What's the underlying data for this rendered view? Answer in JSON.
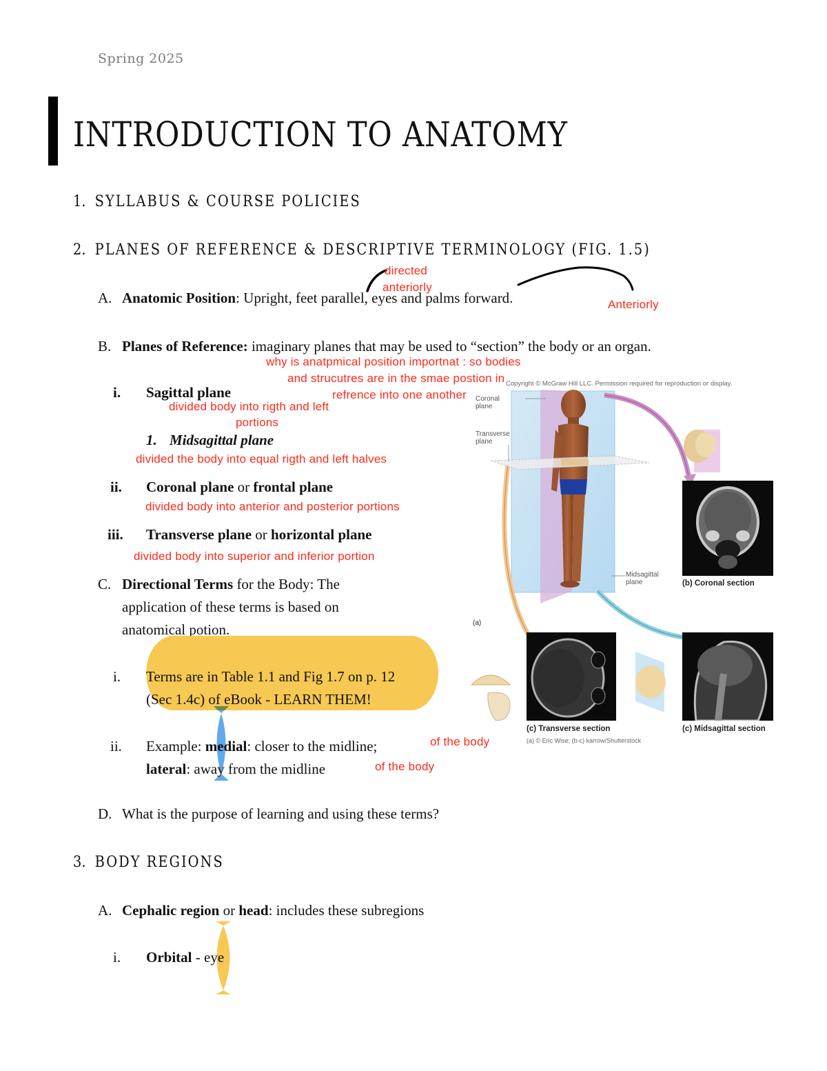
{
  "header": {
    "semester": "Spring 2025",
    "title": "INTRODUCTION TO ANATOMY"
  },
  "sections": [
    {
      "number": "1.",
      "title": "SYLLABUS & COURSE POLICIES"
    },
    {
      "number": "2.",
      "title": "PLANES OF REFERENCE & DESCRIPTIVE TERMINOLOGY (FIG. 1.5)"
    },
    {
      "number": "3.",
      "title": "BODY REGIONS"
    }
  ],
  "s2": {
    "A": {
      "marker": "A.",
      "term": "Anatomic Position",
      "rest": ": Upright, feet parallel, eyes and palms forward."
    },
    "B": {
      "marker": "B.",
      "term": "Planes of Reference:",
      "rest": " imaginary planes that may be used to “section” the body or an organ."
    },
    "planes": [
      {
        "marker": "i.",
        "label": "Sagittal plane"
      },
      {
        "marker": "1.",
        "label": "Midsagittal plane"
      },
      {
        "marker": "ii.",
        "label_a": "Coronal plane",
        "or": " or ",
        "label_b": "frontal plane"
      },
      {
        "marker": "iii.",
        "label_a": "Transverse plane",
        "or": " or ",
        "label_b": "horizontal plane"
      }
    ],
    "C": {
      "marker": "C.",
      "term": "Directional Terms",
      "lines": [
        " for the Body: The",
        "application of these terms is based on",
        "anatomical potion."
      ],
      "items": [
        {
          "marker": "i.",
          "line1": "Terms are in Table 1.1 and Fig 1.7 on p. 12",
          "line2": "(Sec 1.4c) of eBook - LEARN THEM!"
        },
        {
          "marker": "ii.",
          "prefix": "Example: ",
          "term1": "medial",
          "rest1": ": closer to the midline;",
          "term2": "lateral",
          "rest2": ": away from the midline"
        }
      ]
    },
    "D": {
      "marker": "D.",
      "text": "What is the purpose of learning and using these terms?"
    }
  },
  "s3": {
    "A": {
      "marker": "A.",
      "term1": "Cephalic region",
      "or": " or ",
      "term2": "head",
      "rest": ": includes these subregions"
    },
    "items": [
      {
        "marker": "i.",
        "term": "Orbital",
        "rest": " - eye"
      }
    ]
  },
  "annotations": {
    "directed_1": "directed",
    "directed_2": "anteriorly",
    "anteriorly": "Anteriorly",
    "why_1": "why is anatpmical position importnat : so bodies",
    "why_2": "and strucutres are in the smae postion in",
    "why_3": "refrence into one another",
    "sagittal_1": "divided body into rigth and left",
    "sagittal_2": "portions",
    "midsagittal": "divided the body into equal rigth and left halves",
    "coronal": "divided body into anterior and posterior portions",
    "transverse": "divided body into superior and inferior portion",
    "medial_note": "of the body",
    "lateral_note": "of the body",
    "color": "#ff2a1a"
  },
  "highlight_colors": {
    "yellow": "#f7c852",
    "blue": "#62a9ec",
    "green": "#6b8a4e"
  },
  "figure": {
    "copyright": "Copyright © McGraw Hill LLC. Permission required for reproduction or display.",
    "labels": {
      "coronal_1": "Coronal",
      "coronal_2": "plane",
      "transverse_1": "Transverse",
      "transverse_2": "plane",
      "midsagittal_1": "Midsagittal",
      "midsagittal_2": "plane",
      "a": "(a)"
    },
    "captions": {
      "coronal": "(b) Coronal section",
      "transverse": "(c) Transverse section",
      "midsagittal": "(c) Midsagittal section"
    },
    "credit": "(a) © Eric Wise; (b-c) karrow/Shutterstock"
  }
}
